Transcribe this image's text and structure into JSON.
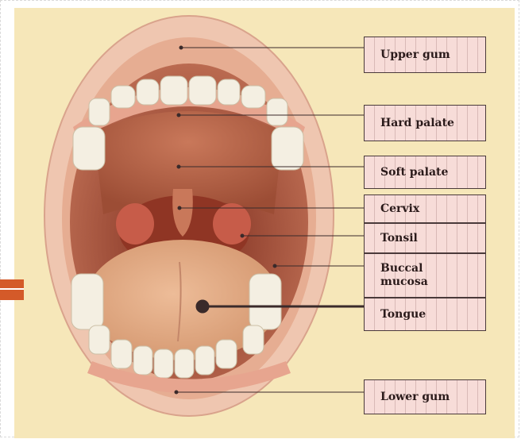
{
  "labels": {
    "upper_gum": "Upper gum",
    "hard_palate": "Hard palate",
    "soft_palate": "Soft palate",
    "cervix": "Cervix",
    "tonsil": "Tonsil",
    "buccal_mucosa": "Buccal mucosa",
    "tongue": "Tongue",
    "lower_gum": "Lower gum"
  },
  "colors": {
    "background": "#f6e7b9",
    "accent": "#d45a29",
    "label_fill": "#f7dcd8",
    "lips": "#f0c8b4",
    "tongue": "#e2aa86",
    "throat": "#9a3f2a"
  }
}
